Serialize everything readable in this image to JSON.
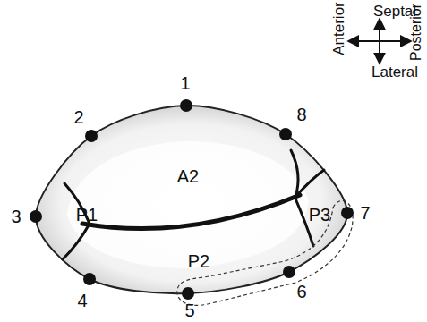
{
  "diagram": {
    "labels": [
      "Septal",
      "Anterior",
      "Posterior",
      "Lateral",
      "1",
      "2",
      "3",
      "4",
      "5",
      "6",
      "7",
      "8",
      "A2",
      "P1",
      "P2",
      "P3"
    ]
  }
}
